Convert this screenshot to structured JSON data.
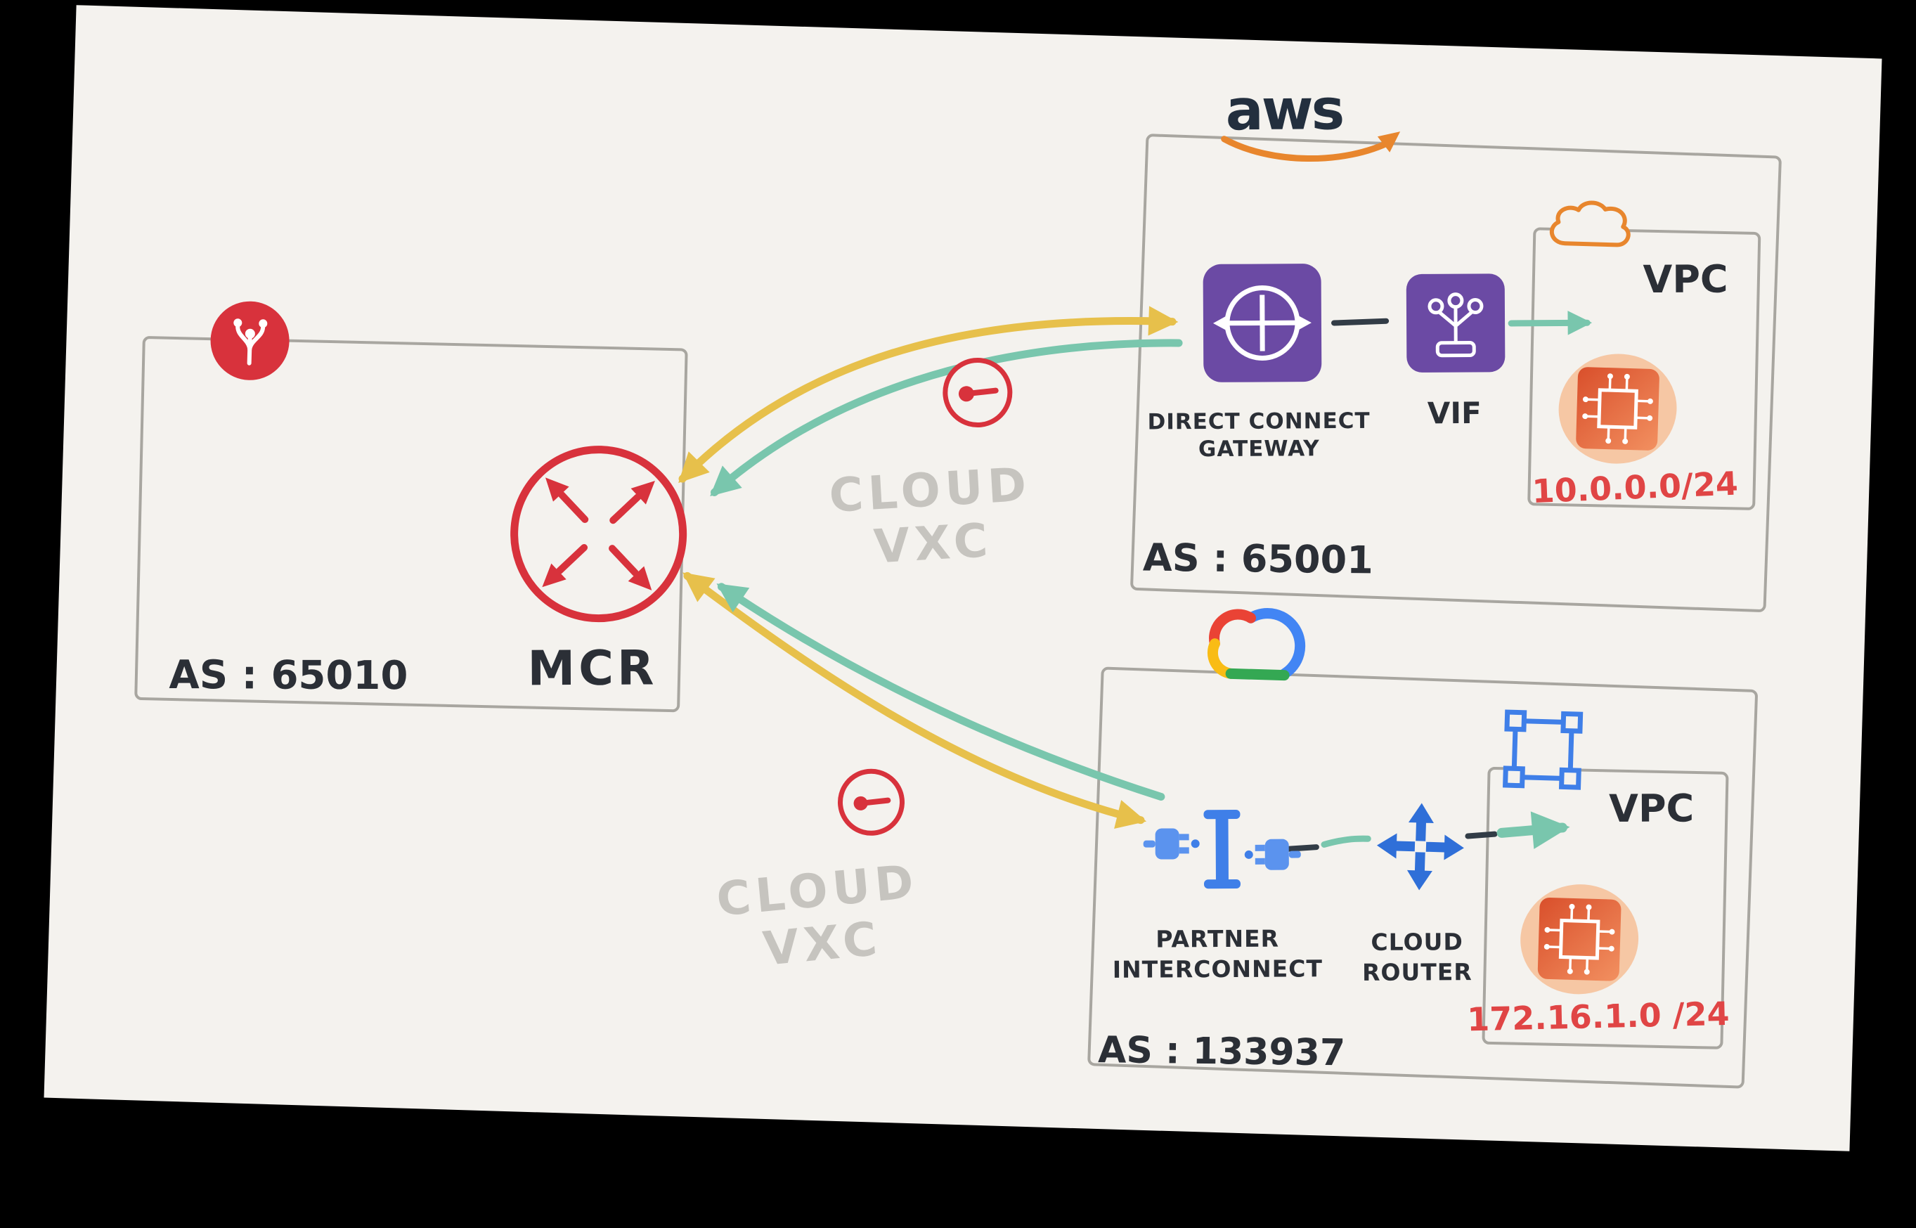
{
  "diagram": {
    "mcr": {
      "as_label": "AS : 65010",
      "name": "MCR"
    },
    "aws": {
      "logo_text": "aws",
      "as_label": "AS : 65001",
      "gateway_line1": "DIRECT CONNECT",
      "gateway_line2": "GATEWAY",
      "vif_label": "VIF",
      "vpc_label": "VPC",
      "cidr": "10.0.0.0/24"
    },
    "gcp": {
      "as_label": "AS : 133937",
      "interconnect_line1": "PARTNER",
      "interconnect_line2": "INTERCONNECT",
      "router_line1": "CLOUD",
      "router_line2": "ROUTER",
      "vpc_label": "VPC",
      "cidr": "172.16.1.0 /24"
    },
    "vxc_top": {
      "line1": "CLOUD",
      "line2": "VXC"
    },
    "vxc_bottom": {
      "line1": "CLOUD",
      "line2": "VXC"
    }
  },
  "colors": {
    "paper": "#f4f2ee",
    "ink": "#2b2f36",
    "red": "#d8323c",
    "yellow": "#e7c04b",
    "teal": "#79c6ad",
    "purple": "#6b4aa4",
    "orange": "#e8862d",
    "blue": "#3f7fe8",
    "cidr_red": "#e04545",
    "box_gray": "#a8a6a0",
    "vxc_gray": "#c6c4bf"
  }
}
